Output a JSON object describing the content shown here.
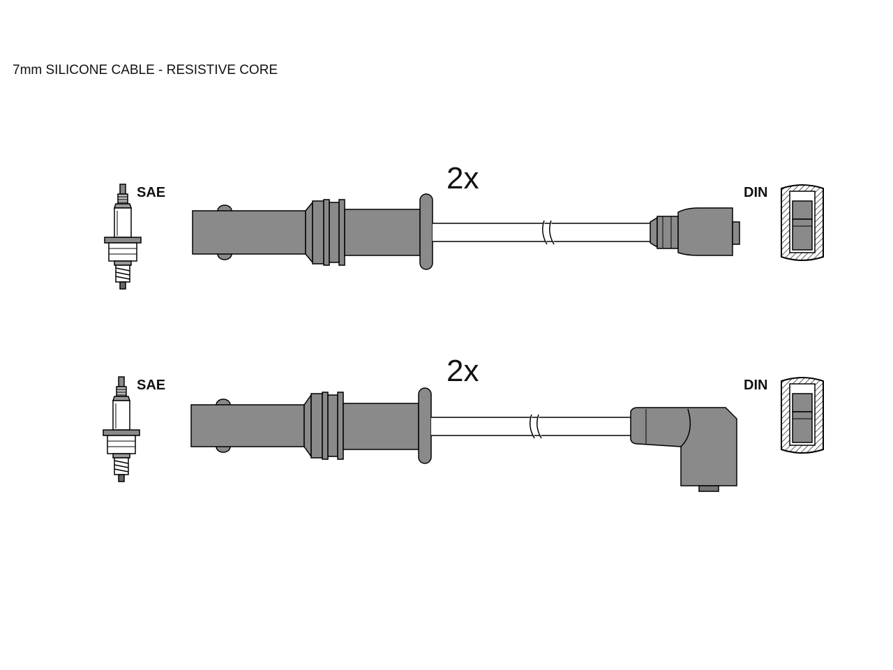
{
  "title": "7mm SILICONE CABLE -  RESISTIVE CORE",
  "colors": {
    "part_fill": "#8a8a8a",
    "line": "#000000",
    "cable_fill": "#ffffff",
    "background": "#ffffff"
  },
  "icons": [
    "spark-plug-icon",
    "din-connector-icon"
  ],
  "rows": [
    {
      "plug_label": "SAE",
      "quantity": "2x",
      "end_label": "DIN",
      "end_type": "straight"
    },
    {
      "plug_label": "SAE",
      "quantity": "2x",
      "end_label": "DIN",
      "end_type": "angled"
    }
  ]
}
